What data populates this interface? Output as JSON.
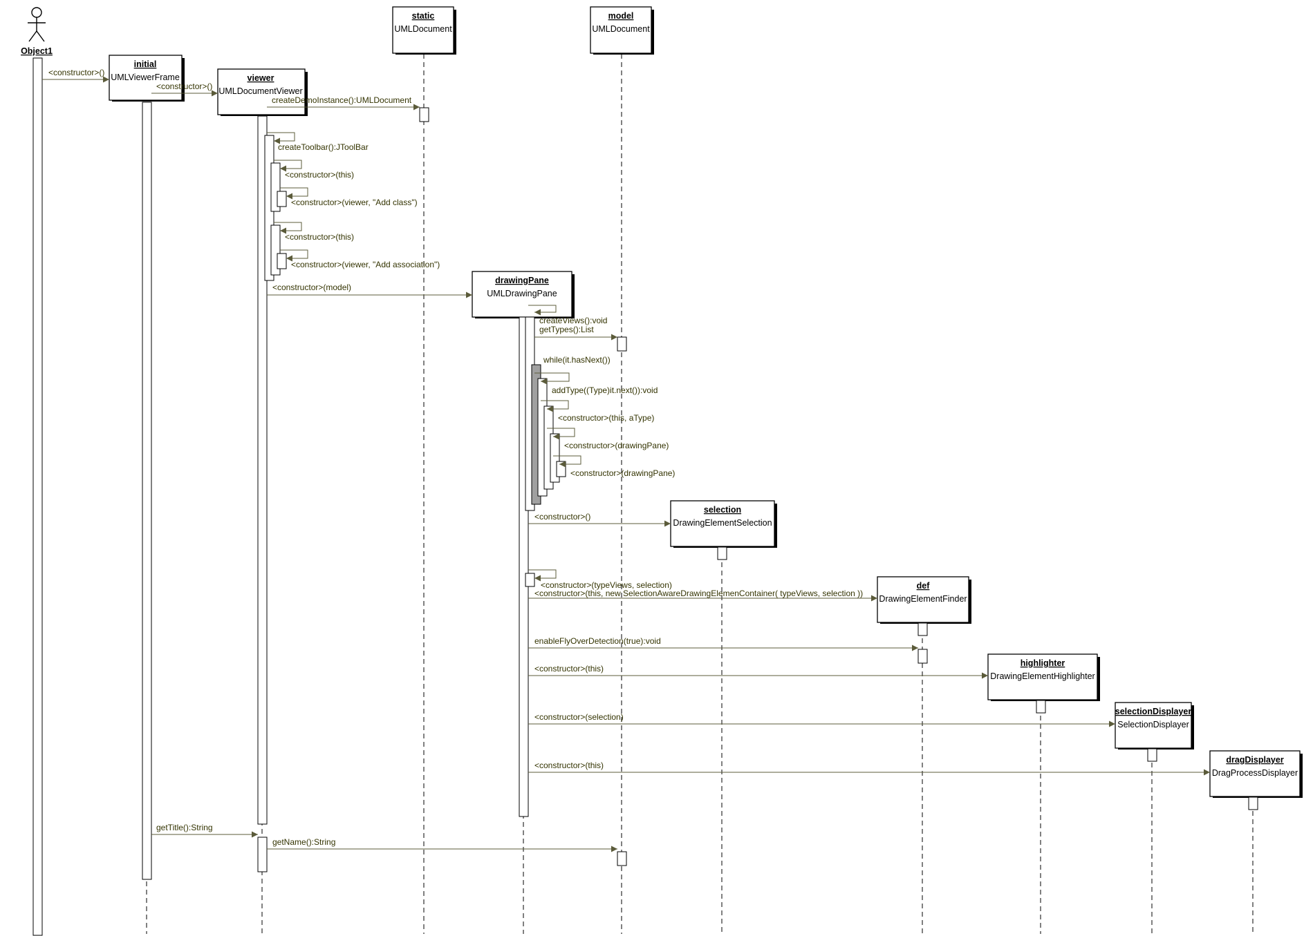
{
  "diagram": {
    "actor": {
      "name": "Object1"
    },
    "objects": [
      {
        "id": "initial",
        "name": "initial",
        "class": "UMLViewerFrame"
      },
      {
        "id": "viewer",
        "name": "viewer",
        "class": "UMLDocumentViewer"
      },
      {
        "id": "static",
        "name": "static",
        "class": "UMLDocument"
      },
      {
        "id": "model",
        "name": "model",
        "class": "UMLDocument"
      },
      {
        "id": "drawingPane",
        "name": "drawingPane",
        "class": "UMLDrawingPane"
      },
      {
        "id": "selection",
        "name": "selection",
        "class": "DrawingElementSelection"
      },
      {
        "id": "def",
        "name": "def",
        "class": "DrawingElementFinder"
      },
      {
        "id": "highlighter",
        "name": "highlighter",
        "class": "DrawingElementHighlighter"
      },
      {
        "id": "selectionDisplayer",
        "name": "selectionDisplayer",
        "class": "SelectionDisplayer"
      },
      {
        "id": "dragDisplayer",
        "name": "dragDisplayer",
        "class": "DragProcessDisplayer"
      }
    ],
    "messages": [
      {
        "label": "<constructor>()",
        "from": "Object1",
        "to": "initial"
      },
      {
        "label": "<constructor>()",
        "from": "initial",
        "to": "viewer"
      },
      {
        "label": "createDemoInstance():UMLDocument",
        "from": "viewer",
        "to": "static"
      },
      {
        "label": "createToolbar():JToolBar",
        "from": "viewer",
        "to": "viewer"
      },
      {
        "label": "<constructor>(this)",
        "from": "viewer",
        "to": "viewer"
      },
      {
        "label": "<constructor>(viewer, \"Add class\")",
        "from": "viewer",
        "to": "viewer"
      },
      {
        "label": "<constructor>(this)",
        "from": "viewer",
        "to": "viewer"
      },
      {
        "label": "<constructor>(viewer, \"Add association\")",
        "from": "viewer",
        "to": "viewer"
      },
      {
        "label": "<constructor>(model)",
        "from": "viewer",
        "to": "drawingPane"
      },
      {
        "label": "createViews():void",
        "from": "drawingPane",
        "to": "drawingPane"
      },
      {
        "label": "getTypes():List",
        "from": "drawingPane",
        "to": "model"
      },
      {
        "label": "while(it.hasNext())",
        "from": "drawingPane",
        "to": "drawingPane"
      },
      {
        "label": "addType((Type)it.next()):void",
        "from": "drawingPane",
        "to": "drawingPane"
      },
      {
        "label": "<constructor>(this, aType)",
        "from": "drawingPane",
        "to": "drawingPane"
      },
      {
        "label": "<constructor>(drawingPane)",
        "from": "drawingPane",
        "to": "drawingPane"
      },
      {
        "label": "<constructor>(drawingPane)",
        "from": "drawingPane",
        "to": "drawingPane"
      },
      {
        "label": "<constructor>()",
        "from": "drawingPane",
        "to": "selection"
      },
      {
        "label": "<constructor>(typeViews, selection)",
        "from": "drawingPane",
        "to": "drawingPane"
      },
      {
        "label": "<constructor>(this, new SelectionAwareDrawingElemenContainer( typeViews, selection ))",
        "from": "drawingPane",
        "to": "def"
      },
      {
        "label": "enableFlyOverDetection(true):void",
        "from": "drawingPane",
        "to": "def"
      },
      {
        "label": "<constructor>(this)",
        "from": "drawingPane",
        "to": "highlighter"
      },
      {
        "label": "<constructor>(selection)",
        "from": "drawingPane",
        "to": "selectionDisplayer"
      },
      {
        "label": "<constructor>(this)",
        "from": "drawingPane",
        "to": "dragDisplayer"
      },
      {
        "label": "getTitle():String",
        "from": "initial",
        "to": "viewer"
      },
      {
        "label": "getName():String",
        "from": "viewer",
        "to": "model"
      }
    ]
  }
}
